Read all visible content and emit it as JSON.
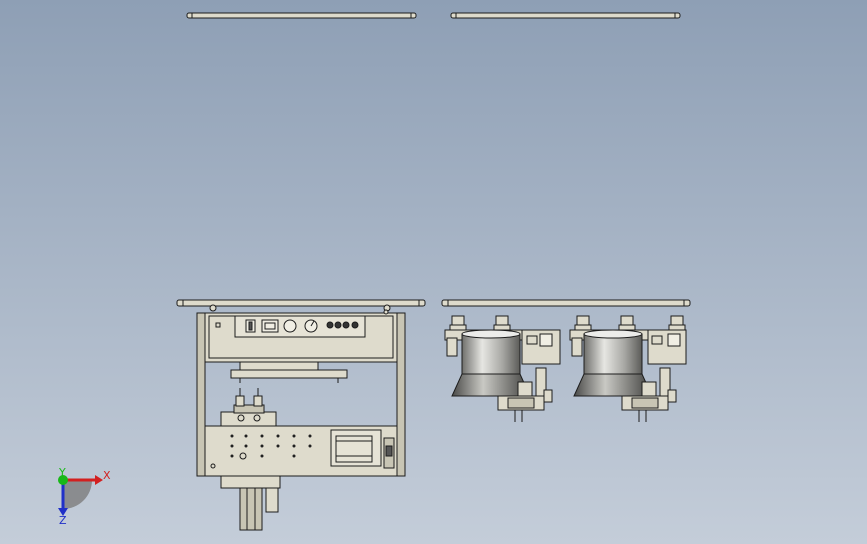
{
  "viewport": {
    "background_top": "#8e9fb5",
    "background_bottom": "#c4cdd9",
    "part_fill": "#dedbcc",
    "part_fill_dark": "#c8c5b4",
    "edge_color": "#1c1c1c",
    "cylinder_fill": "#bdbdb8"
  },
  "triad": {
    "x_label": "X",
    "y_label": "Y",
    "z_label": "Z",
    "x_color": "#d22020",
    "y_color": "#18b818",
    "z_color": "#2030c8"
  }
}
